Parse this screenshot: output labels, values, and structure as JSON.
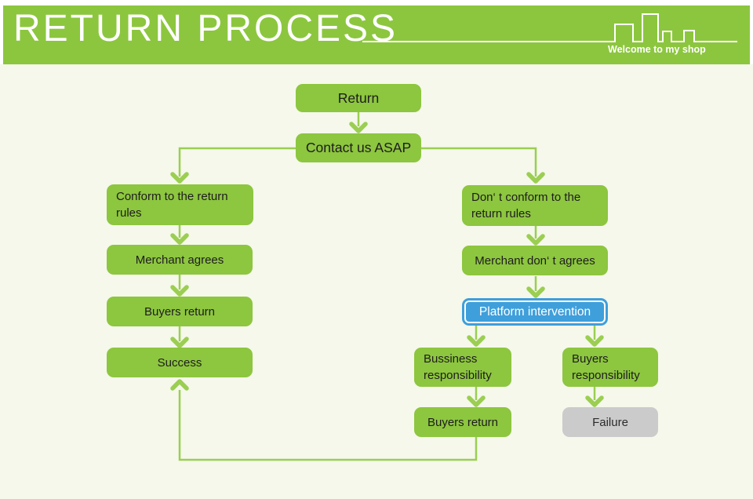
{
  "header": {
    "title": "RETURN PROCESS",
    "tagline": "Welcome to my shop"
  },
  "colors": {
    "header_green": "#8cc63e",
    "node_green": "#8dc63f",
    "connector_green": "#9bce52",
    "platform_blue": "#3e9fdb",
    "failure_gray": "#cbcbcb",
    "page_background": "#f5f8eb",
    "text_dark": "#1d1d1d",
    "header_text": "#ffffff"
  },
  "flowchart": {
    "nodes": {
      "return": {
        "label": "Return"
      },
      "contact": {
        "label": "Contact us ASAP"
      },
      "conform": {
        "label": "Conform to the return rules"
      },
      "merchant_agrees": {
        "label": "Merchant agrees"
      },
      "buyers_return_left": {
        "label": "Buyers return"
      },
      "success": {
        "label": "Success"
      },
      "dont_conform": {
        "label": "Don‘ t conform to the return rules"
      },
      "merchant_dont_agrees": {
        "label": "Merchant don‘ t agrees"
      },
      "platform_intervention": {
        "label": "Platform intervention"
      },
      "business_responsibility": {
        "label": "Bussiness responsibility"
      },
      "buyers_responsibility": {
        "label": "Buyers responsibility"
      },
      "buyers_return_right": {
        "label": "Buyers return"
      },
      "failure": {
        "label": "Failure"
      }
    }
  }
}
